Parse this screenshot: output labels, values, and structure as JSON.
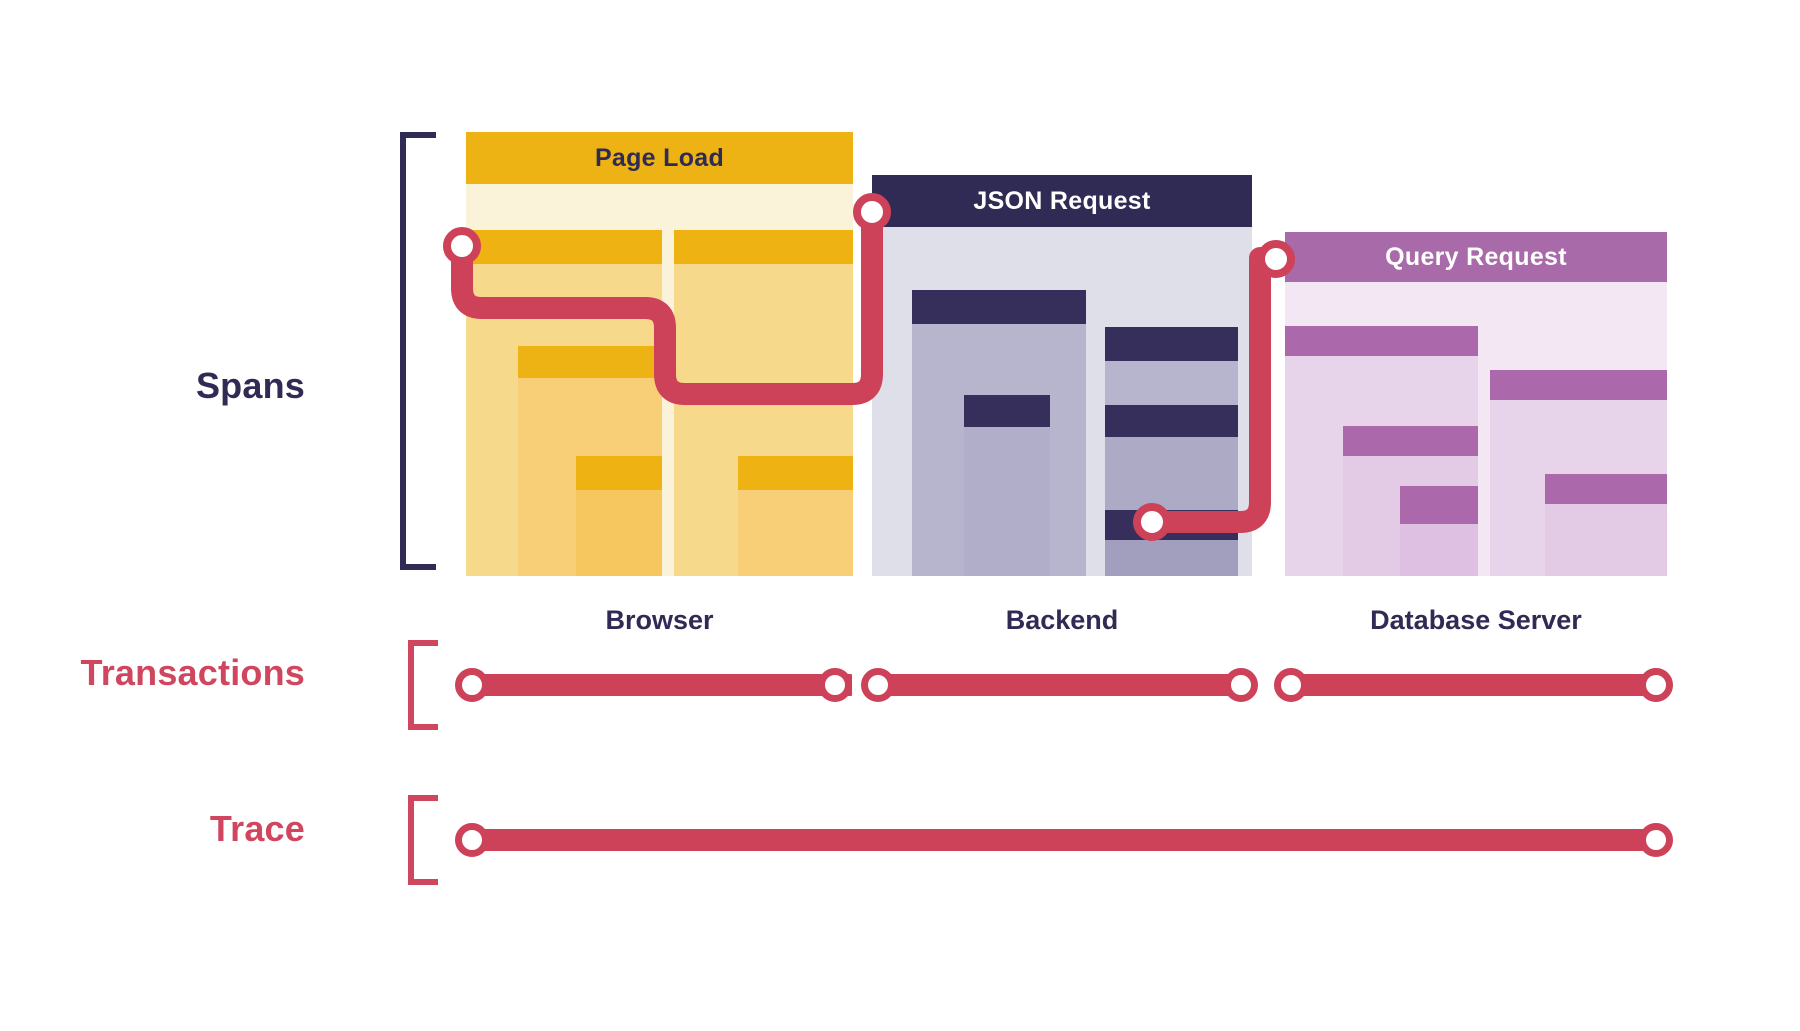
{
  "diagram": {
    "title": "Distributed tracing: spans, transactions and trace",
    "rows": [
      {
        "key": "spans",
        "label": "Spans",
        "color": "#302b54"
      },
      {
        "key": "transactions",
        "label": "Transactions",
        "color": "#d0465e"
      },
      {
        "key": "trace",
        "label": "Trace",
        "color": "#d0465e"
      }
    ],
    "colors": {
      "navy": "#302b54",
      "red": "#cd4159",
      "yellow_header": "#edb213",
      "yellow_cap": "#eeb312",
      "yellow_body": "#f7d98b",
      "yellow_panel": "#fbf2da",
      "purple_header": "#a96aa9",
      "purple_cap": "#ab68ab",
      "purple_body": "#e8d4ea",
      "purple_panel": "#f3e7f4",
      "grey_panel": "#dedfe9",
      "grey_body": "#b0aec8",
      "white": "#ffffff"
    },
    "groups": [
      {
        "id": "browser",
        "header_label": "Page Load",
        "platform_label": "Browser",
        "header_text_color": "#302b54",
        "header_bg": "#edb213",
        "panel_bg": "#fbf2da",
        "cap_color": "#eeb312",
        "body_color": "#f7d98b",
        "spans": [
          {
            "name": "page-load-root-span",
            "depth": 0
          },
          {
            "name": "page-load-child-a",
            "depth": 1
          },
          {
            "name": "page-load-child-b",
            "depth": 1
          },
          {
            "name": "page-load-grandchild-a",
            "depth": 2
          },
          {
            "name": "page-load-grandchild-b",
            "depth": 2
          },
          {
            "name": "page-load-leaf",
            "depth": 3
          }
        ]
      },
      {
        "id": "backend",
        "header_label": "JSON Request",
        "platform_label": "Backend",
        "header_text_color": "#ffffff",
        "header_bg": "#302b54",
        "panel_bg": "#dedfe9",
        "cap_color": "#362f5b",
        "body_color": "#b0aec8",
        "spans": [
          {
            "name": "json-request-root-span",
            "depth": 0
          },
          {
            "name": "json-request-child-a",
            "depth": 1
          },
          {
            "name": "json-request-child-b",
            "depth": 1
          },
          {
            "name": "json-request-grandchild",
            "depth": 2
          },
          {
            "name": "json-request-leaf",
            "depth": 3
          }
        ]
      },
      {
        "id": "database",
        "header_label": "Query Request",
        "platform_label": "Database Server",
        "header_text_color": "#ffffff",
        "header_bg": "#a96aa9",
        "panel_bg": "#f3e7f4",
        "cap_color": "#ab68ab",
        "body_color": "#e8d4ea",
        "spans": [
          {
            "name": "query-request-root-span",
            "depth": 0
          },
          {
            "name": "query-request-child-a",
            "depth": 1
          },
          {
            "name": "query-request-child-b",
            "depth": 1
          },
          {
            "name": "query-request-grandchild",
            "depth": 2
          },
          {
            "name": "query-request-leaf",
            "depth": 3
          }
        ]
      }
    ],
    "transactions_row": {
      "segments": [
        {
          "name": "transaction-browser",
          "nodes": 2
        },
        {
          "name": "transaction-backend",
          "nodes": 2
        },
        {
          "name": "transaction-database",
          "nodes": 2
        }
      ]
    },
    "trace_row": {
      "segment": {
        "name": "trace-span",
        "nodes": 2
      }
    },
    "connector_nodes": [
      {
        "name": "connector-node-browser-start"
      },
      {
        "name": "connector-node-browser-to-backend"
      },
      {
        "name": "connector-node-backend-to-database"
      },
      {
        "name": "connector-node-database-start"
      }
    ]
  }
}
